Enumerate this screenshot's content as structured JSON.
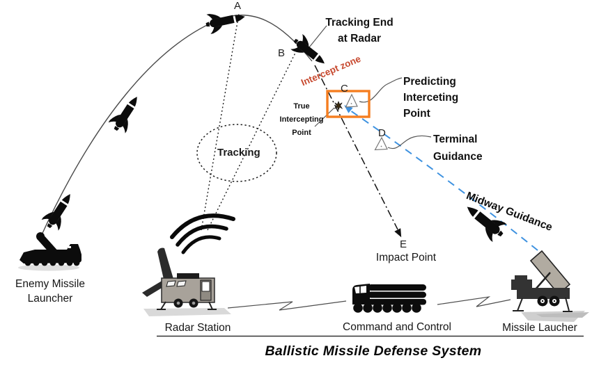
{
  "diagram": {
    "title": "Ballistic Missile Defense System",
    "waypoints": {
      "a": "A",
      "b": "B",
      "c": "C",
      "d": "D",
      "e": "E"
    },
    "annotations": {
      "tracking_end_line1": "Tracking End",
      "tracking_end_line2": "at Radar",
      "intercept_zone": "Intercept zone",
      "tracking": "Tracking",
      "true_intercepting_line1": "True",
      "true_intercepting_line2": "Intercepting",
      "true_intercepting_line3": "Point",
      "predicting_line1": "Predicting",
      "predicting_line2": "Interceting",
      "predicting_line3": "Point",
      "terminal_line1": "Terminal",
      "terminal_line2": "Guidance",
      "midway_guidance": "Midway Guidance",
      "impact_point": "Impact Point"
    },
    "units": {
      "enemy_launcher_line1": "Enemy Missile",
      "enemy_launcher_line2": "Launcher",
      "radar_station": "Radar Station",
      "command_control": "Command and Control",
      "missile_launcher": "Missile Laucher"
    },
    "colors": {
      "intercept_zone_box": "#F57E20",
      "intercept_zone_text": "#C7492F",
      "interceptor_path_blue": "#3E92E0",
      "silhouette_black": "#0c0c0c",
      "vehicle_gray": "#a8a29a"
    }
  }
}
